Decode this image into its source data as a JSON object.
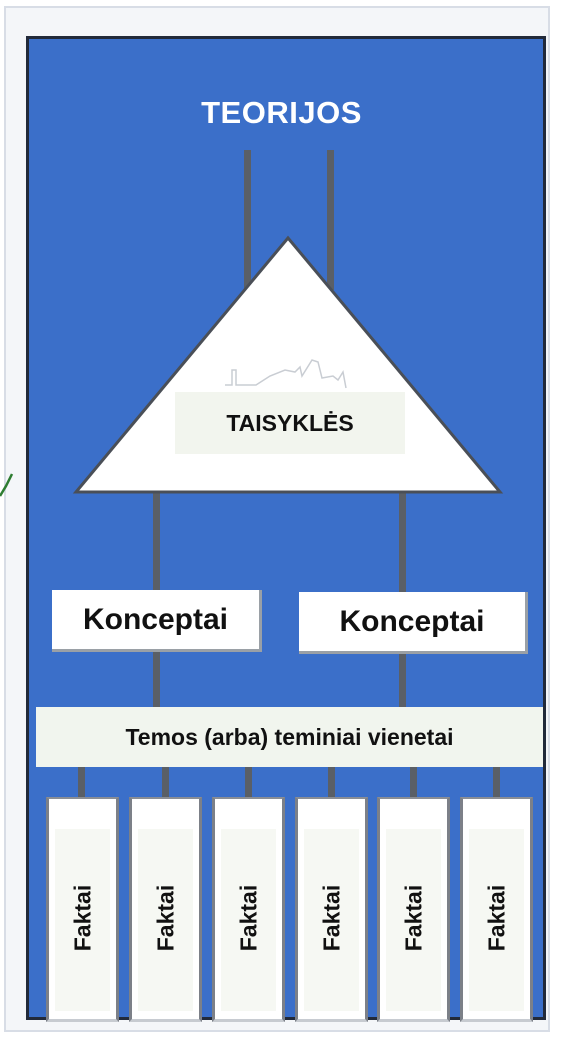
{
  "diagram": {
    "title": "TEORIJOS",
    "apex_label": "TAISYKLĖS",
    "concepts": [
      "Konceptai",
      "Konceptai"
    ],
    "topics_bar": "Temos  (arba) teminiai vienetai",
    "facts": [
      "Faktai",
      "Faktai",
      "Faktai",
      "Faktai",
      "Faktai",
      "Faktai"
    ]
  },
  "colors": {
    "panel": "#3b6fc9",
    "panel_border": "#222a3a",
    "connector": "#5a5f66",
    "box_fill": "#ffffff",
    "title_text": "#ffffff"
  }
}
